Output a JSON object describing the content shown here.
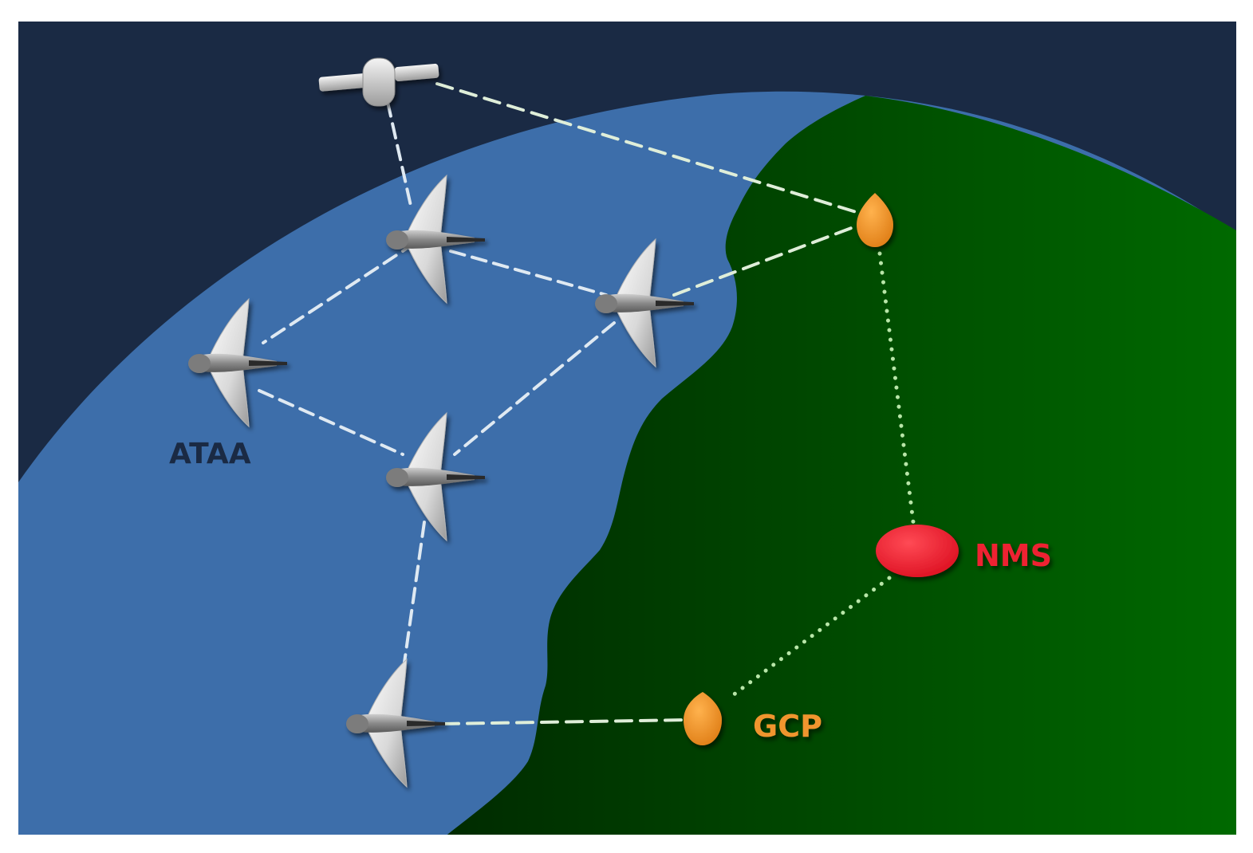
{
  "labels": {
    "ataa": "ATAA",
    "nms": "NMS",
    "gcp": "GCP"
  },
  "colors": {
    "space": "#1a2a44",
    "ocean": "#3d6eaa",
    "land_dark": "#003300",
    "land_light": "#006600",
    "link": "#dfe9f2",
    "link_land": "#c9e7c5",
    "ground_node": "#f0952e",
    "nms_node": "#ee2233",
    "ataa_text": "#1a2a44",
    "nms_text": "#ee2233",
    "gcp_text": "#f0952e"
  },
  "icons": {
    "satellite": "satellite-icon",
    "aircraft": "manta-aircraft-icon",
    "ground_station": "ground-station-marker-icon",
    "nms_node": "nms-node-icon"
  }
}
